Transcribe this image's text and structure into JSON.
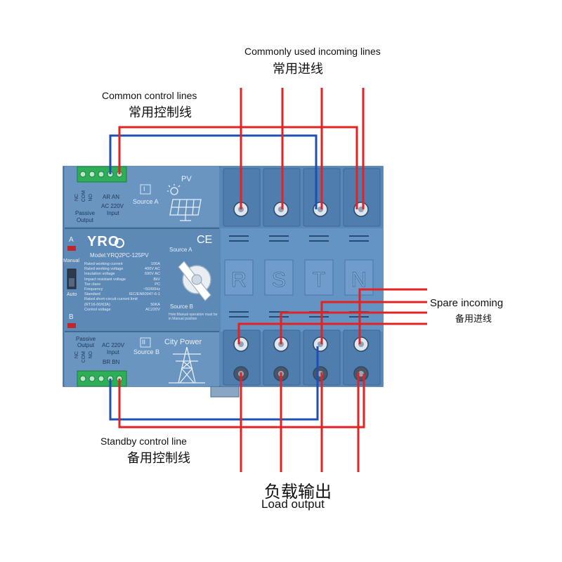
{
  "labels": {
    "common_incoming_en": "Commonly used incoming lines",
    "common_incoming_zh": "常用进线",
    "common_control_en": "Common control lines",
    "common_control_zh": "常用控制线",
    "spare_incoming_en": "Spare incoming",
    "spare_incoming_zh": "备用进线",
    "standby_control_en": "Standby control line",
    "standby_control_zh": "备用控制线",
    "load_output_zh": "负载输出",
    "load_output_en": "Load output"
  },
  "device": {
    "brand": "YRO",
    "model": "Model:YRQ2PC-125PV",
    "ce_mark": "CE",
    "source_a_short": "A",
    "source_b_short": "B",
    "manual": "Manual",
    "auto": "Auto",
    "source_a": "Source A",
    "source_b": "Source B",
    "pv": "PV",
    "city_power": "City Power",
    "roman_1": "I",
    "roman_2": "II",
    "top_terminal": {
      "nc": "NC",
      "com": "COM",
      "no": "NO",
      "ar_an": "AR AN",
      "voltage": "AC 220V",
      "input": "Input",
      "passive": "Passive",
      "output": "Output"
    },
    "bottom_terminal": {
      "passive": "Passive",
      "output": "Output",
      "voltage": "AC 220V",
      "input": "Input",
      "nc": "NC",
      "com": "COM",
      "no": "NO",
      "br_bn": "BR BN"
    },
    "specs": [
      {
        "name": "Rated working current",
        "value": "100A"
      },
      {
        "name": "Rated working voltage",
        "value": "400V AC"
      },
      {
        "name": "Insulation voltage",
        "value": "690V AC"
      },
      {
        "name": "Impact resistant voltage",
        "value": "8kV"
      },
      {
        "name": "Tse class",
        "value": "PC"
      },
      {
        "name": "Frequency",
        "value": "~50/60Hz"
      },
      {
        "name": "Standard",
        "value": "IEC/EN60947-6-1"
      },
      {
        "name": "Rated short-circuit current limit",
        "value": ""
      },
      {
        "name": "(RT16-00/63A)",
        "value": "50KA"
      },
      {
        "name": "Control voltage",
        "value": "AC220V"
      }
    ],
    "handle_note": "Hole:Manual operation must be in Manual position",
    "phases": [
      "R",
      "S",
      "T",
      "N"
    ]
  },
  "colors": {
    "device_body": "#5b87b4",
    "device_light": "#6f9ac6",
    "device_dark": "#3f6a98",
    "red_wire": "#e32222",
    "blue_wire": "#1f4fb0",
    "terminal_green": "#2fae5a"
  }
}
